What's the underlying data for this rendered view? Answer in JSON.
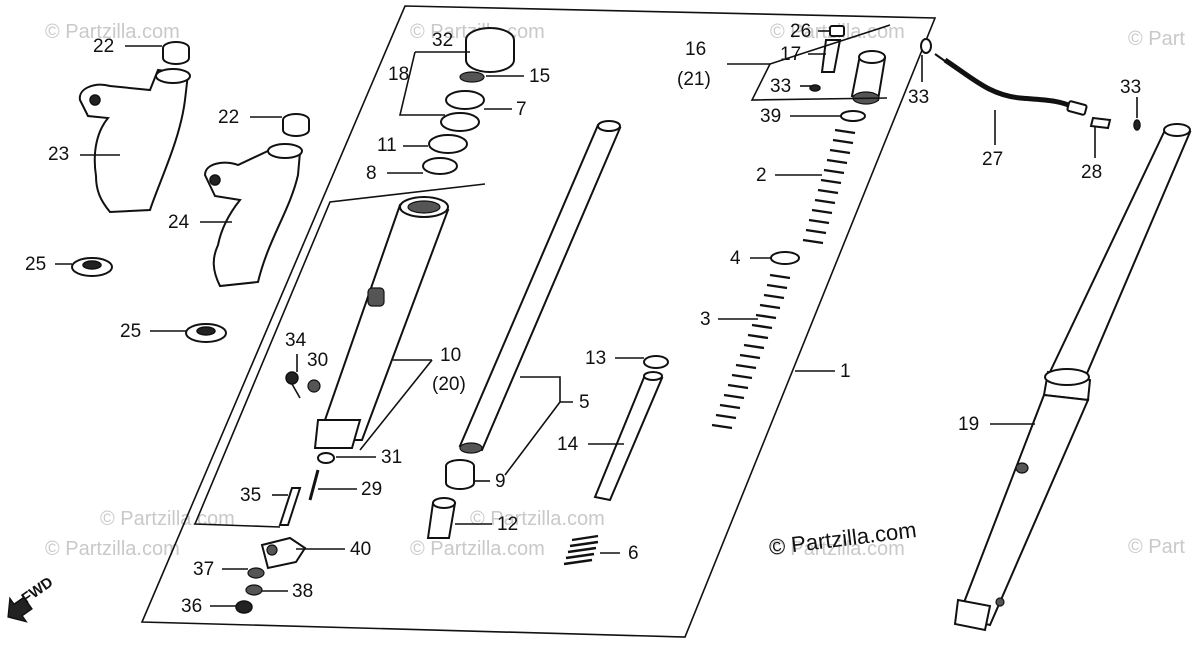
{
  "watermarks": [
    "© Partzilla.com",
    "© Partzilla.com",
    "© Partzilla.com",
    "© Partzilla.com",
    "© Partzilla.com",
    "© Part",
    "© Part",
    "© Partzilla.com",
    "© Partzilla.com",
    "© Partzilla.com"
  ],
  "copyright": "© Partzilla.com",
  "fwd_label": "FWD",
  "callouts": {
    "c1": "1",
    "c2": "2",
    "c3": "3",
    "c4": "4",
    "c5": "5",
    "c6": "6",
    "c7": "7",
    "c8": "8",
    "c9": "9",
    "c10": "10",
    "c10b": "(20)",
    "c11": "11",
    "c12": "12",
    "c13": "13",
    "c14": "14",
    "c15": "15",
    "c16": "16",
    "c16b": "(21)",
    "c17": "17",
    "c18": "18",
    "c19": "19",
    "c22a": "22",
    "c22b": "22",
    "c23": "23",
    "c24": "24",
    "c25a": "25",
    "c25b": "25",
    "c26": "26",
    "c27": "27",
    "c28": "28",
    "c29": "29",
    "c30": "30",
    "c31": "31",
    "c32": "32",
    "c33a": "33",
    "c33b": "33",
    "c33c": "33",
    "c34": "34",
    "c35": "35",
    "c36": "36",
    "c37": "37",
    "c38": "38",
    "c39": "39",
    "c40": "40"
  }
}
